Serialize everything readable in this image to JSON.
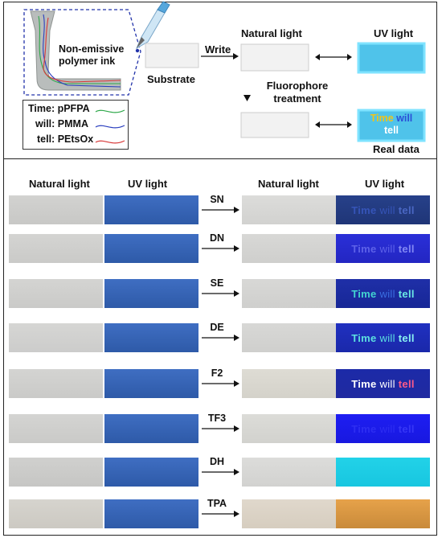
{
  "colors": {
    "time": "#2fa84a",
    "will": "#2b3fbf",
    "tell": "#d83a3a",
    "uv_cyan": "#4fc3ea",
    "uv_cyan_border": "#7fe3ff",
    "nozzle_outline": "#2233aa"
  },
  "top": {
    "nozzle_label": "Non-emissive polymer ink",
    "legend": [
      {
        "label": "Time: pPFPA",
        "color": "#2fa84a"
      },
      {
        "label": "will: PMMA",
        "color": "#2b3fbf"
      },
      {
        "label": "tell: PEtsOx",
        "color": "#d83a3a"
      }
    ],
    "substrate_label": "Substrate",
    "write_label": "Write",
    "natural_light": "Natural light",
    "uv_light": "UV light",
    "fluorophore_label": "Fluorophore treatment",
    "real_data_label": "Real data",
    "reveal": {
      "word1": "Time",
      "word2": "will",
      "word3": "tell"
    }
  },
  "bottom": {
    "headers": [
      "Natural light",
      "UV light",
      "Natural light",
      "UV light"
    ],
    "rows": [
      {
        "label": "SN"
      },
      {
        "label": "DN"
      },
      {
        "label": "SE"
      },
      {
        "label": "DE"
      },
      {
        "label": "F2"
      },
      {
        "label": "TF3"
      },
      {
        "label": "DH"
      },
      {
        "label": "TPA"
      }
    ],
    "sample_text": {
      "word1": "Time",
      "word2": "will",
      "word3": "tell"
    }
  }
}
